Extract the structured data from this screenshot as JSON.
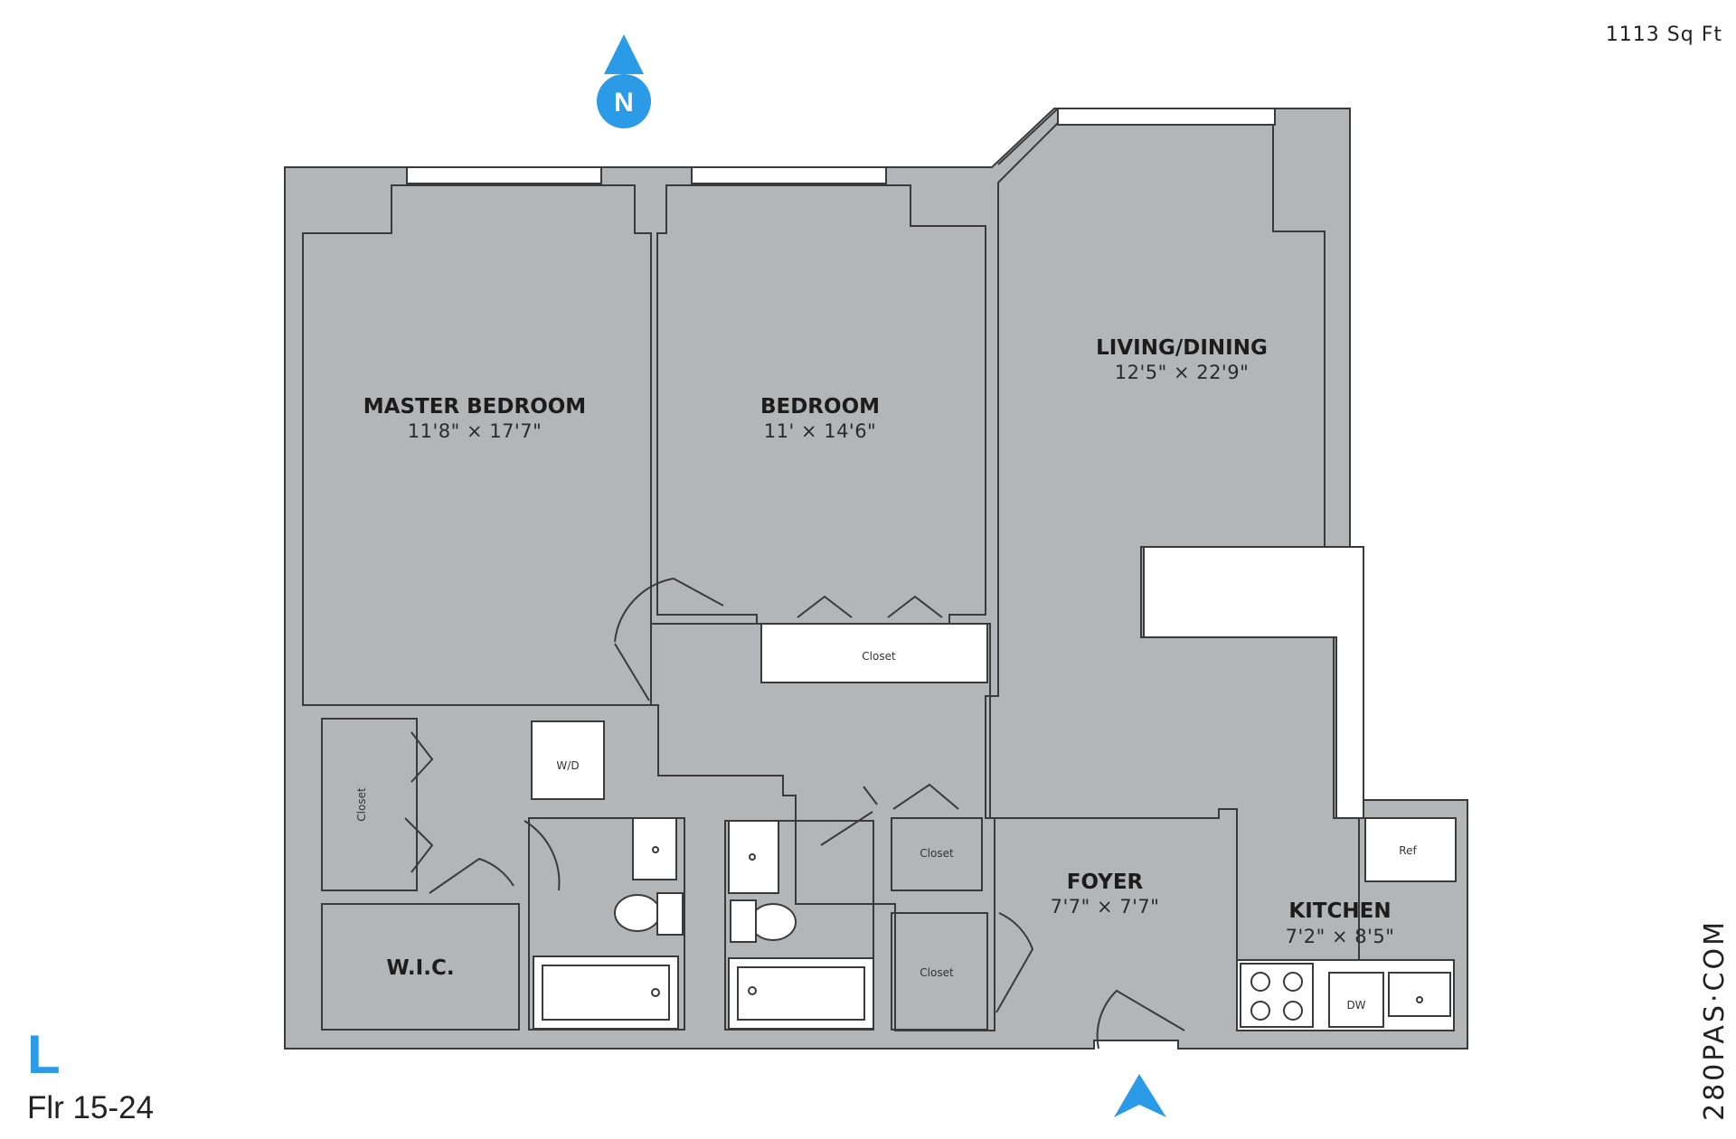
{
  "header": {
    "square_feet": "1113  Sq Ft"
  },
  "unit": {
    "letter": "L",
    "floors": "Flr 15-24"
  },
  "brand": "280PAS·COM",
  "compass": {
    "label": "N"
  },
  "rooms": {
    "master_bedroom": {
      "name": "MASTER BEDROOM",
      "dims": "11'8\" × 17'7\""
    },
    "bedroom": {
      "name": "BEDROOM",
      "dims": "11' × 14'6\""
    },
    "living_dining": {
      "name": "LIVING/DINING",
      "dims": "12'5\" × 22'9\""
    },
    "foyer": {
      "name": "FOYER",
      "dims": "7'7\" × 7'7\""
    },
    "kitchen": {
      "name": "KITCHEN",
      "dims": "7'2\" × 8'5\""
    },
    "wic": {
      "name": "W.I.C."
    }
  },
  "labels": {
    "closet": "Closet",
    "closet_mb": "Closet",
    "closet_hall1": "Closet",
    "closet_hall2": "Closet",
    "wd": "W/D",
    "ref": "Ref",
    "dw": "DW"
  },
  "colors": {
    "accent": "#2b9be8",
    "wall": "#b3b6b9",
    "floor_pattern": "#e4e4e4"
  }
}
